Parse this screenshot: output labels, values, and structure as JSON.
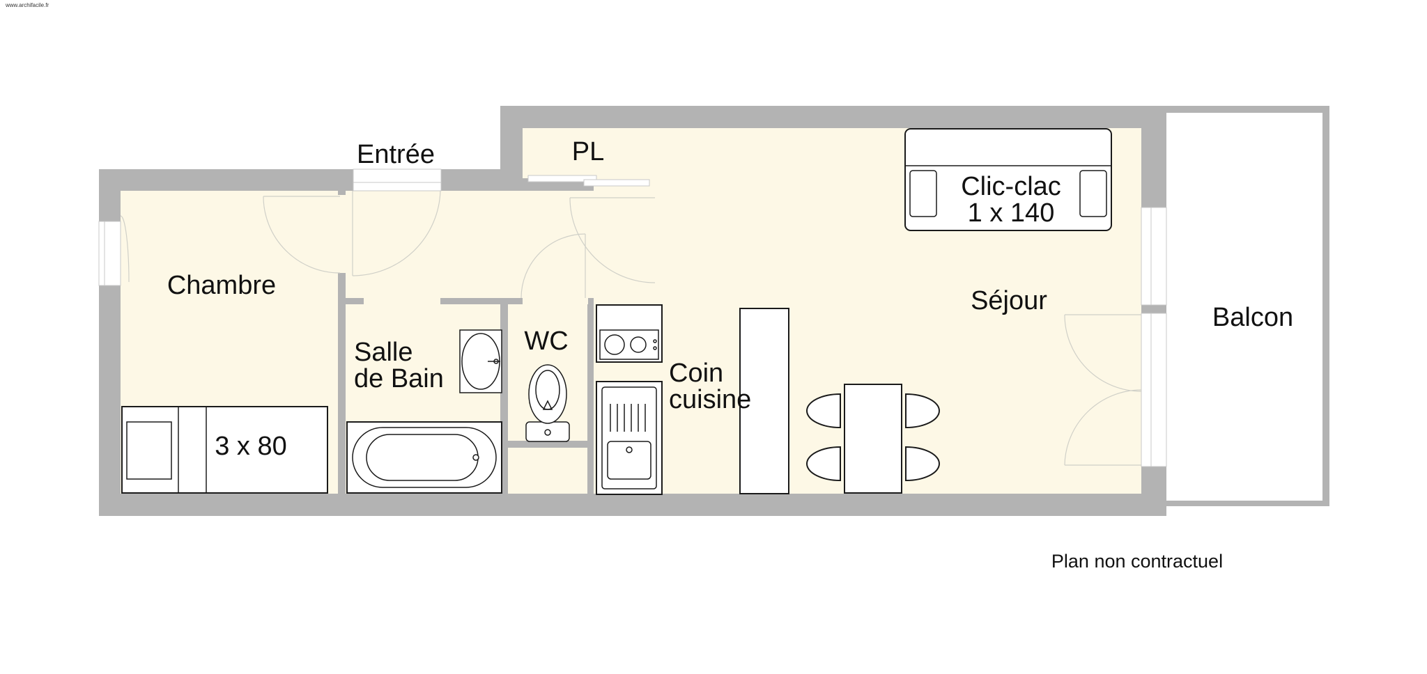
{
  "watermark": "www.archifacile.fr",
  "disclaimer": "Plan non contractuel",
  "rooms": {
    "entree": "Entrée",
    "pl": "PL",
    "chambre": "Chambre",
    "salle_de_bain_line1": "Salle",
    "salle_de_bain_line2": "de Bain",
    "wc": "WC",
    "coin_cuisine_line1": "Coin",
    "coin_cuisine_line2": "cuisine",
    "sejour": "Séjour",
    "balcon": "Balcon"
  },
  "furniture": {
    "bed_label": "3 x 80",
    "sofa_line1": "Clic-clac",
    "sofa_line2": "1 x 140"
  },
  "colors": {
    "wall": "#b3b3b3",
    "floor": "#fdf8e6",
    "furniture_stroke": "#1a1a1a"
  }
}
